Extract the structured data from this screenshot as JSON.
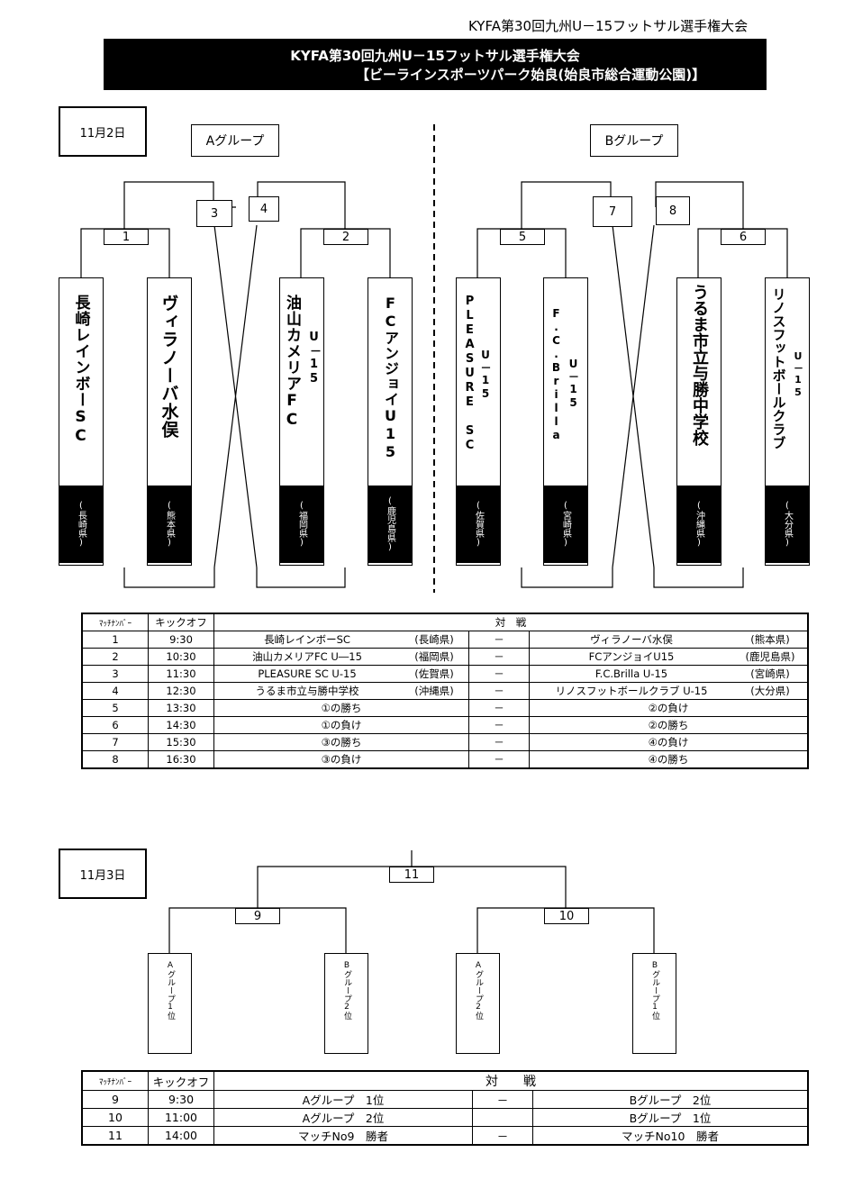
{
  "header": {
    "top_right": "KYFA第30回九州U－15フットサル選手権大会",
    "banner_line1": "KYFA第30回九州U－15フットサル選手権大会",
    "banner_line2": "【ビーラインスポーツパーク始良(始良市総合運動公園)】"
  },
  "day1": {
    "date": "11月2日",
    "group_a": "Aグループ",
    "group_b": "Bグループ",
    "match_nums": [
      "1",
      "2",
      "3",
      "4",
      "5",
      "6",
      "7",
      "8"
    ],
    "teams": [
      {
        "name": "長崎レインボーSC",
        "pref": "(長崎県)"
      },
      {
        "name": "ヴィラノーバ水俣",
        "pref": "(熊本県)"
      },
      {
        "name": "油山カメリアFC",
        "sub": "U－15",
        "pref": "(福岡県)"
      },
      {
        "name": "FCアンジョイU15",
        "pref": "(鹿児島県)"
      },
      {
        "name": "PLEASURE SC",
        "sub": "U－15",
        "pref": "(佐賀県)"
      },
      {
        "name": "F.C.Brilla",
        "sub": "U－15",
        "pref": "(宮崎県)"
      },
      {
        "name": "うるま市立与勝中学校",
        "pref": "(沖縄県)"
      },
      {
        "name": "リノスフットボールクラブ",
        "sub": "U－15",
        "pref": "(大分県)"
      }
    ],
    "table": {
      "h_no": "ﾏｯﾁﾅﾝﾊﾞｰ",
      "h_ko": "キックオフ",
      "h_vs": "対　戦",
      "rows": [
        {
          "no": "1",
          "ko": "9:30",
          "t1": "長崎レインボーSC",
          "p1": "(長崎県)",
          "dash": "－",
          "t2": "ヴィラノーバ水俣",
          "p2": "(熊本県)"
        },
        {
          "no": "2",
          "ko": "10:30",
          "t1": "油山カメリアFC U―15",
          "p1": "(福岡県)",
          "dash": "－",
          "t2": "FCアンジョイU15",
          "p2": "(鹿児島県)"
        },
        {
          "no": "3",
          "ko": "11:30",
          "t1": "PLEASURE SC U-15",
          "p1": "(佐賀県)",
          "dash": "－",
          "t2": "F.C.Brilla  U-15",
          "p2": "(宮崎県)"
        },
        {
          "no": "4",
          "ko": "12:30",
          "t1": "うるま市立与勝中学校",
          "p1": "(沖縄県)",
          "dash": "－",
          "t2": "リノスフットボールクラブ  U-15",
          "p2": "(大分県)"
        },
        {
          "no": "5",
          "ko": "13:30",
          "t1": "①の勝ち",
          "p1": "",
          "dash": "－",
          "t2": "②の負け",
          "p2": ""
        },
        {
          "no": "6",
          "ko": "14:30",
          "t1": "①の負け",
          "p1": "",
          "dash": "－",
          "t2": "②の勝ち",
          "p2": ""
        },
        {
          "no": "7",
          "ko": "15:30",
          "t1": "③の勝ち",
          "p1": "",
          "dash": "－",
          "t2": "④の負け",
          "p2": ""
        },
        {
          "no": "8",
          "ko": "16:30",
          "t1": "③の負け",
          "p1": "",
          "dash": "－",
          "t2": "④の勝ち",
          "p2": ""
        }
      ]
    }
  },
  "day2": {
    "date": "11月3日",
    "match_nums": [
      "9",
      "10",
      "11"
    ],
    "slots": [
      "Aグループ1位",
      "Bグループ2位",
      "Aグループ2位",
      "Bグループ1位"
    ],
    "table": {
      "h_no": "ﾏｯﾁﾅﾝﾊﾞｰ",
      "h_ko": "キックオフ",
      "h_vs": "対　　戦",
      "rows": [
        {
          "no": "9",
          "ko": "9:30",
          "t1": "Aグループ　1位",
          "dash": "－",
          "t2": "Bグループ　2位"
        },
        {
          "no": "10",
          "ko": "11:00",
          "t1": "Aグループ　2位",
          "dash": "",
          "t2": "Bグループ　1位"
        },
        {
          "no": "11",
          "ko": "14:00",
          "t1": "マッチNo9　勝者",
          "dash": "－",
          "t2": "マッチNo10　勝者"
        }
      ]
    }
  }
}
